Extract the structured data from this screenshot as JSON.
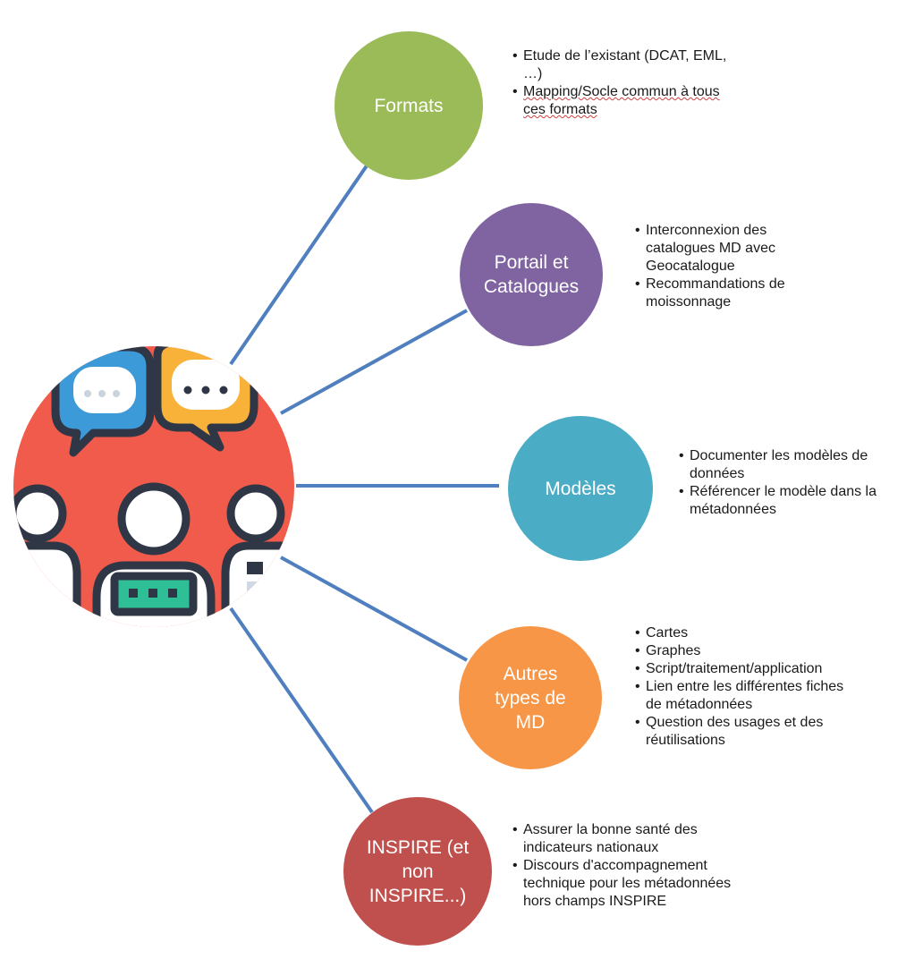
{
  "hub": {
    "icon": "team-discussion-icon"
  },
  "colors": {
    "connector": "#4f7fbe",
    "formats": "#9bbb59",
    "portail": "#8064a2",
    "modeles": "#4bacc6",
    "autres": "#f79646",
    "inspire": "#c0504d",
    "hub_background": "#f15b4b",
    "bubble_blue": "#3d9ad9",
    "bubble_yellow": "#f8b23a",
    "outline": "#2f3746",
    "screen_green": "#2fbf96"
  },
  "topics": [
    {
      "label": "Formats",
      "bullets": [
        "Etude de l’existant (DCAT, EML, …)",
        "Mapping/Socle commun à tous ces formats"
      ]
    },
    {
      "label": "Portail et Catalogues",
      "bullets": [
        "Interconnexion des catalogues MD avec Geocatalogue",
        "Recommandations de moissonnage"
      ]
    },
    {
      "label": "Modèles",
      "bullets": [
        "Documenter les modèles de données",
        "Référencer le modèle dans la métadonnées"
      ]
    },
    {
      "label": "Autres types de MD",
      "bullets": [
        "Cartes",
        "Graphes",
        "Script/traitement/application",
        "Lien entre les différentes fiches de métadonnées",
        "Question des usages et des réutilisations"
      ]
    },
    {
      "label": "INSPIRE (et non INSPIRE...)",
      "bullets": [
        "Assurer  la bonne santé des indicateurs nationaux",
        "Discours d'accompagnement technique pour les métadonnées  hors champs INSPIRE"
      ]
    }
  ]
}
